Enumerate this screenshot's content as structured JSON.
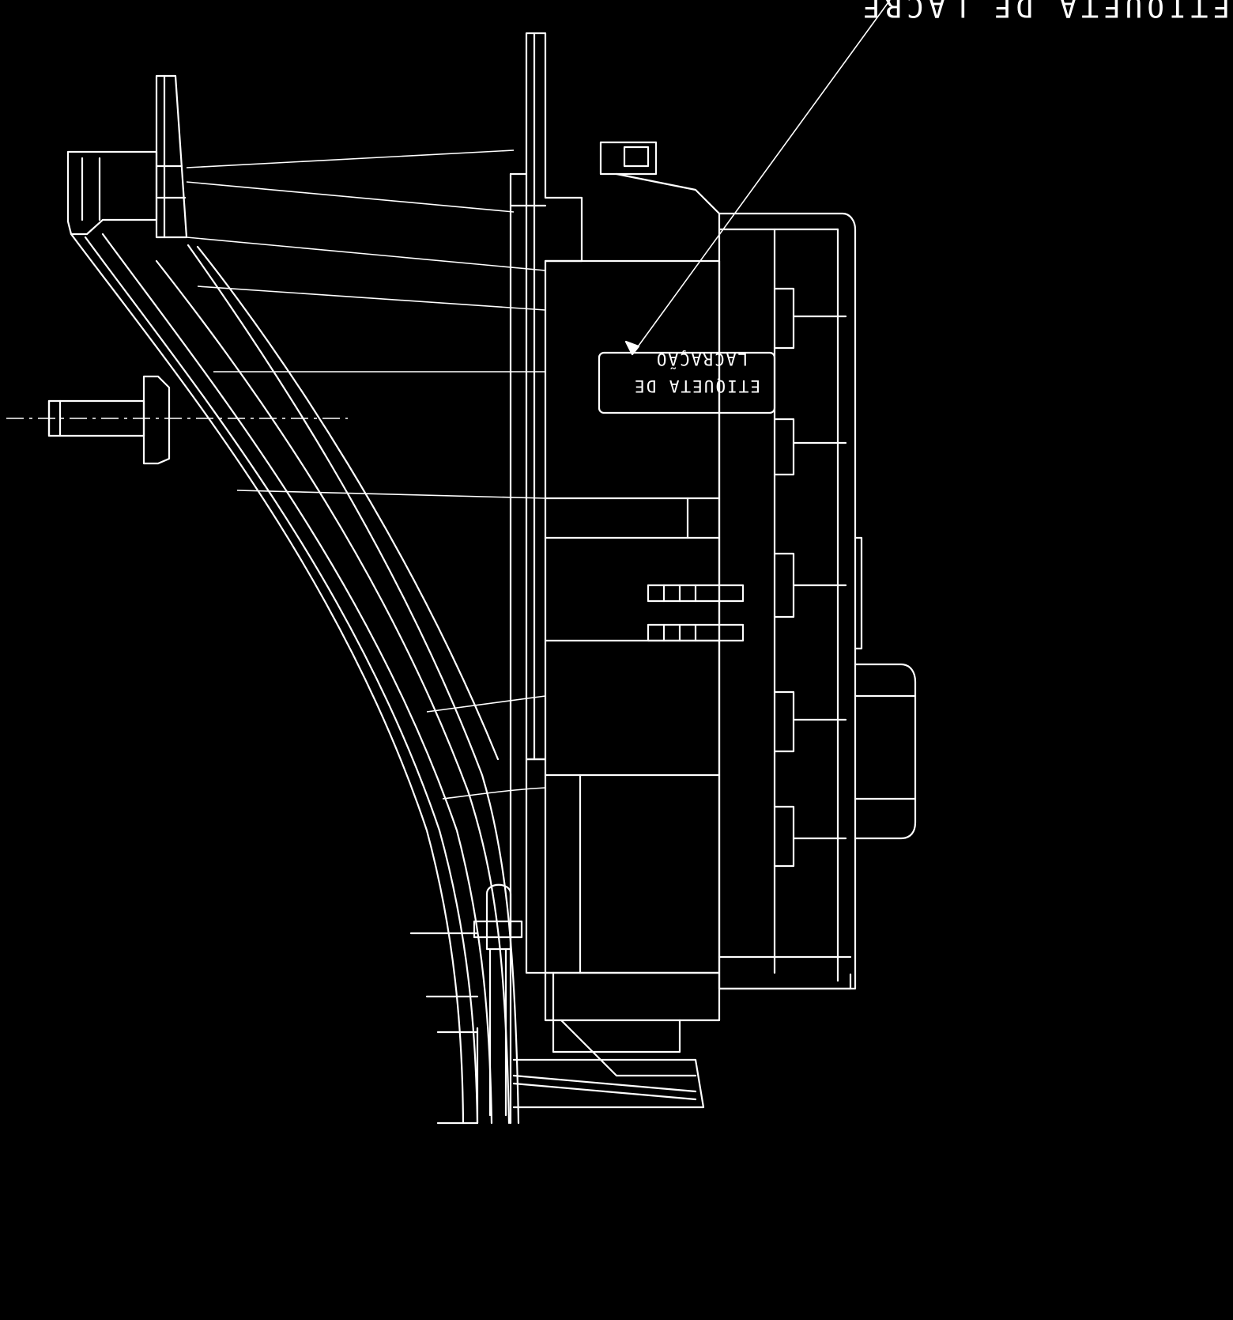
{
  "drawing": {
    "background": "#000000",
    "line_color": "#ffffff",
    "callout_label": "ETIQUETA DE LACRE",
    "tag_label_line1": "ETIQUETA DE",
    "tag_label_line2": "LACRAÇÃO",
    "orientation": "mirrored-upside-down"
  }
}
